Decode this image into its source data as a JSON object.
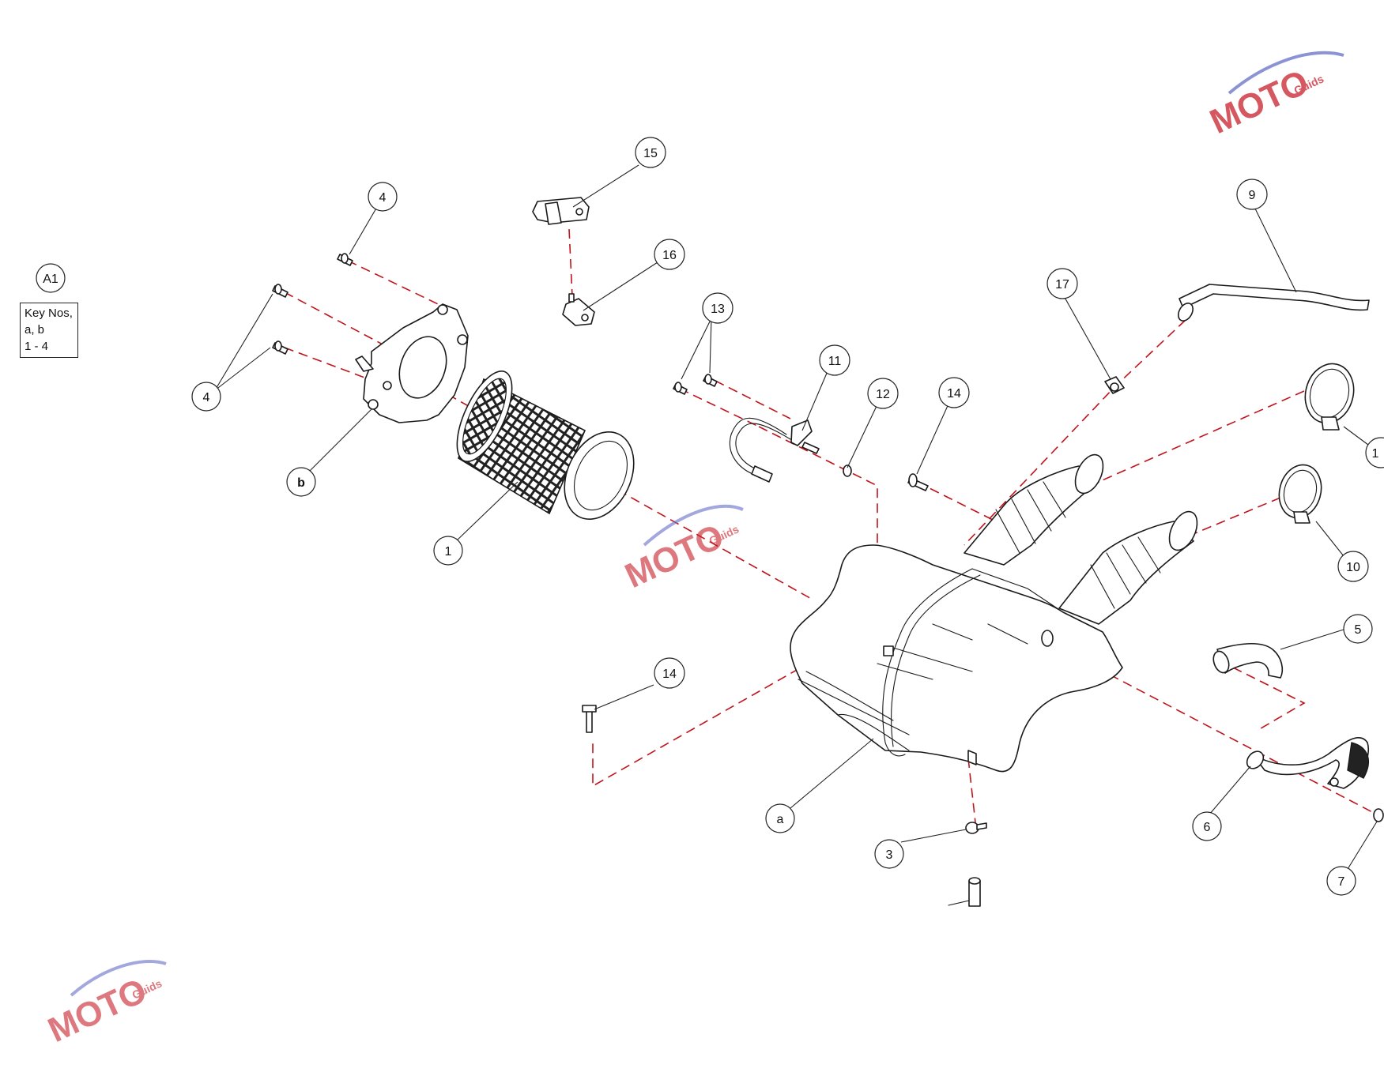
{
  "key_box": {
    "callout": "A1",
    "lines": [
      "Key Nos,",
      "a, b",
      "1 - 4"
    ]
  },
  "callouts": {
    "c1": "1",
    "c3": "3",
    "c4a": "4",
    "c4b": "4",
    "c5": "5",
    "c6": "6",
    "c7": "7",
    "c9": "9",
    "c10": "10",
    "c11": "11",
    "c12": "12",
    "c13": "13",
    "c14a": "14",
    "c14b": "14",
    "c15": "15",
    "c16": "16",
    "c17": "17",
    "ca": "a",
    "cb": "b",
    "c18_partial": "1"
  },
  "watermark": {
    "brand": "MOTO",
    "sub": "Guids"
  },
  "colors": {
    "dashed_line": "#c0141c",
    "ink": "#1a1a1a",
    "watermark_red": "#c8202a",
    "watermark_blue": "#6670c8"
  }
}
